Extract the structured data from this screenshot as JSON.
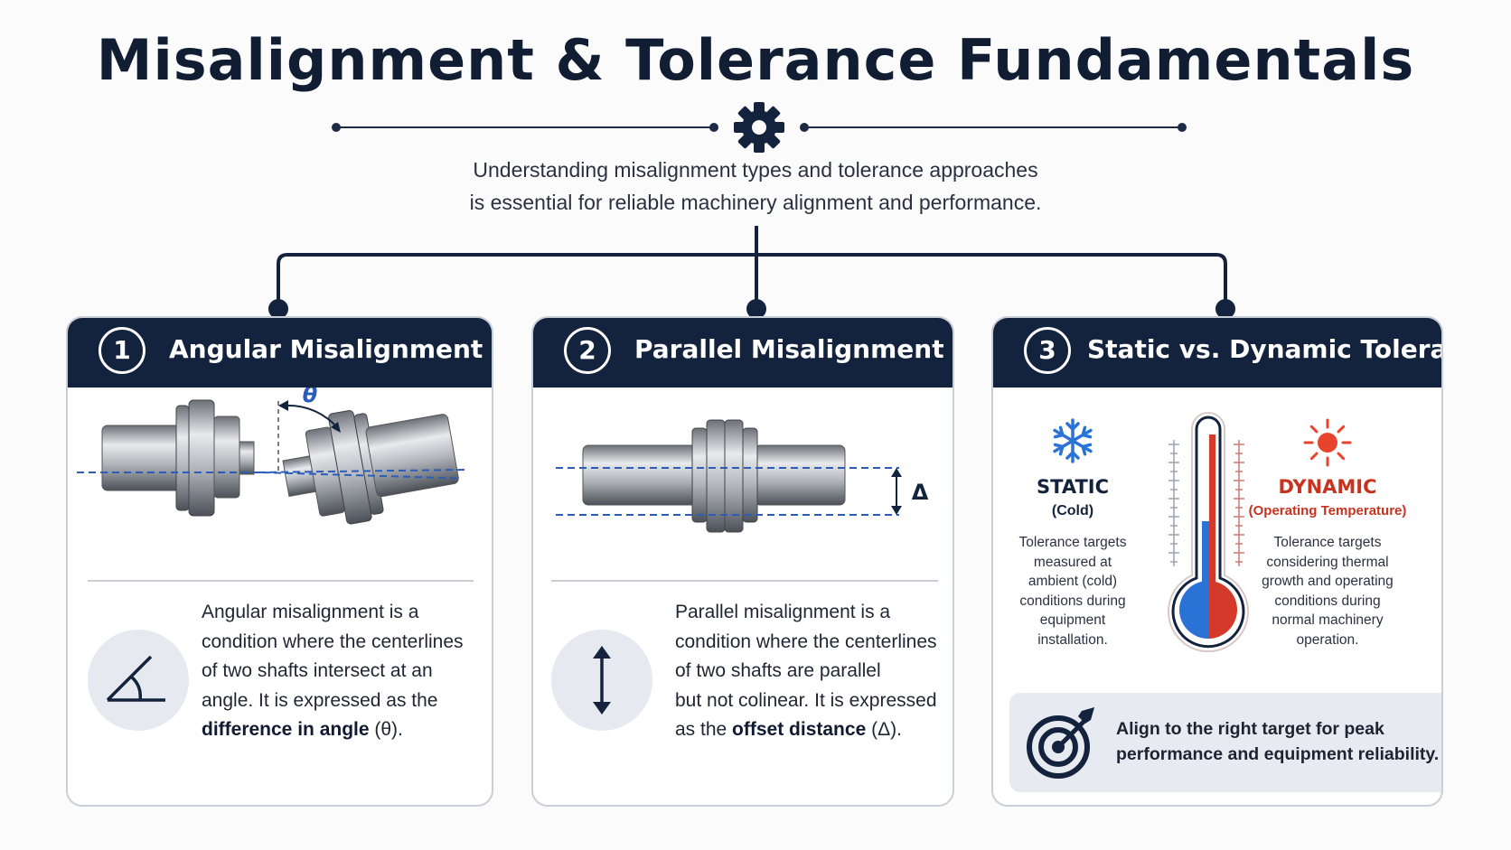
{
  "title": "Misalignment & Tolerance Fundamentals",
  "subtitle": {
    "line1": "Understanding misalignment types and tolerance approaches",
    "line2": "is essential for reliable machinery alignment and performance."
  },
  "colors": {
    "navy": "#14233d",
    "accent_blue": "#2b5cb8",
    "cold_blue": "#2a73d6",
    "hot_red": "#d43a2a"
  },
  "cards": [
    {
      "number": "1",
      "title": "Angular Misalignment",
      "diagram_label": "θ",
      "icon": "angle-icon",
      "desc": {
        "line1": "Angular misalignment is a",
        "line2": "condition where the centerlines",
        "line3": "of two shafts intersect at an",
        "line4": "angle. It is expressed as the",
        "emph": "difference in angle",
        "tail": " (θ)."
      }
    },
    {
      "number": "2",
      "title": "Parallel Misalignment",
      "diagram_label": "Δ",
      "icon": "double-arrow-vertical-icon",
      "desc": {
        "line1": "Parallel misalignment is a",
        "line2": "condition where the centerlines",
        "line3": "of two shafts are parallel",
        "line4": "but not colinear. It is expressed",
        "pre": "as the ",
        "emph": "offset distance",
        "tail": " (Δ)."
      }
    },
    {
      "number": "3",
      "title": "Static vs. Dynamic Tolerance",
      "static": {
        "icon": "snowflake-icon",
        "title": "STATIC",
        "sub": "(Cold)",
        "lines": [
          "Tolerance targets",
          "measured at",
          "ambient (cold)",
          "conditions during",
          "equipment",
          "installation."
        ]
      },
      "dynamic": {
        "icon": "sun-icon",
        "title": "DYNAMIC",
        "sub": "(Operating Temperature)",
        "lines": [
          "Tolerance targets",
          "considering thermal",
          "growth and operating",
          "conditions during",
          "normal machinery",
          "operation."
        ]
      },
      "thermometer_icon": "thermometer-icon",
      "target": {
        "icon": "target-icon",
        "line1": "Align to the right target for peak",
        "line2": "performance and equipment reliability."
      }
    }
  ]
}
